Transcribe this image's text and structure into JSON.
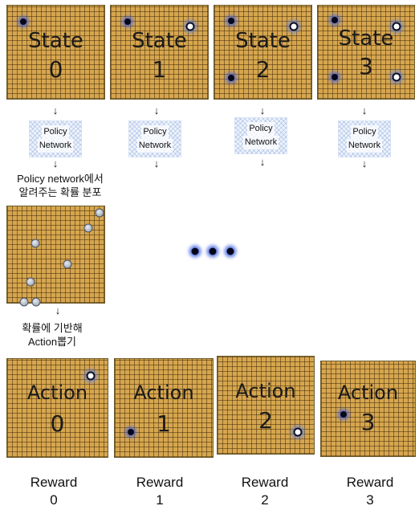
{
  "states": [
    {
      "label": "State",
      "number": "0"
    },
    {
      "label": "State",
      "number": "1"
    },
    {
      "label": "State",
      "number": "2"
    },
    {
      "label": "State",
      "number": "3"
    }
  ],
  "network_label": {
    "line1": "Policy",
    "line2": "Network"
  },
  "arrow_glyph": "↓",
  "caption_policy": {
    "line1": "Policy network에서",
    "line2": "알려주는 확률 분포"
  },
  "caption_sample": {
    "line1": "확률에 기반해",
    "line2": "Action뽑기"
  },
  "actions": [
    {
      "label": "Action",
      "number": "0"
    },
    {
      "label": "Action",
      "number": "1"
    },
    {
      "label": "Action",
      "number": "2"
    },
    {
      "label": "Action",
      "number": "3"
    }
  ],
  "rewards": [
    {
      "label": "Reward",
      "value": "0"
    },
    {
      "label": "Reward",
      "value": "1"
    },
    {
      "label": "Reward",
      "value": "2"
    },
    {
      "label": "Reward",
      "value": "3"
    }
  ],
  "colors": {
    "board": "#d6a64f",
    "black_stone": "#06081a",
    "glow": "#4664dc"
  }
}
